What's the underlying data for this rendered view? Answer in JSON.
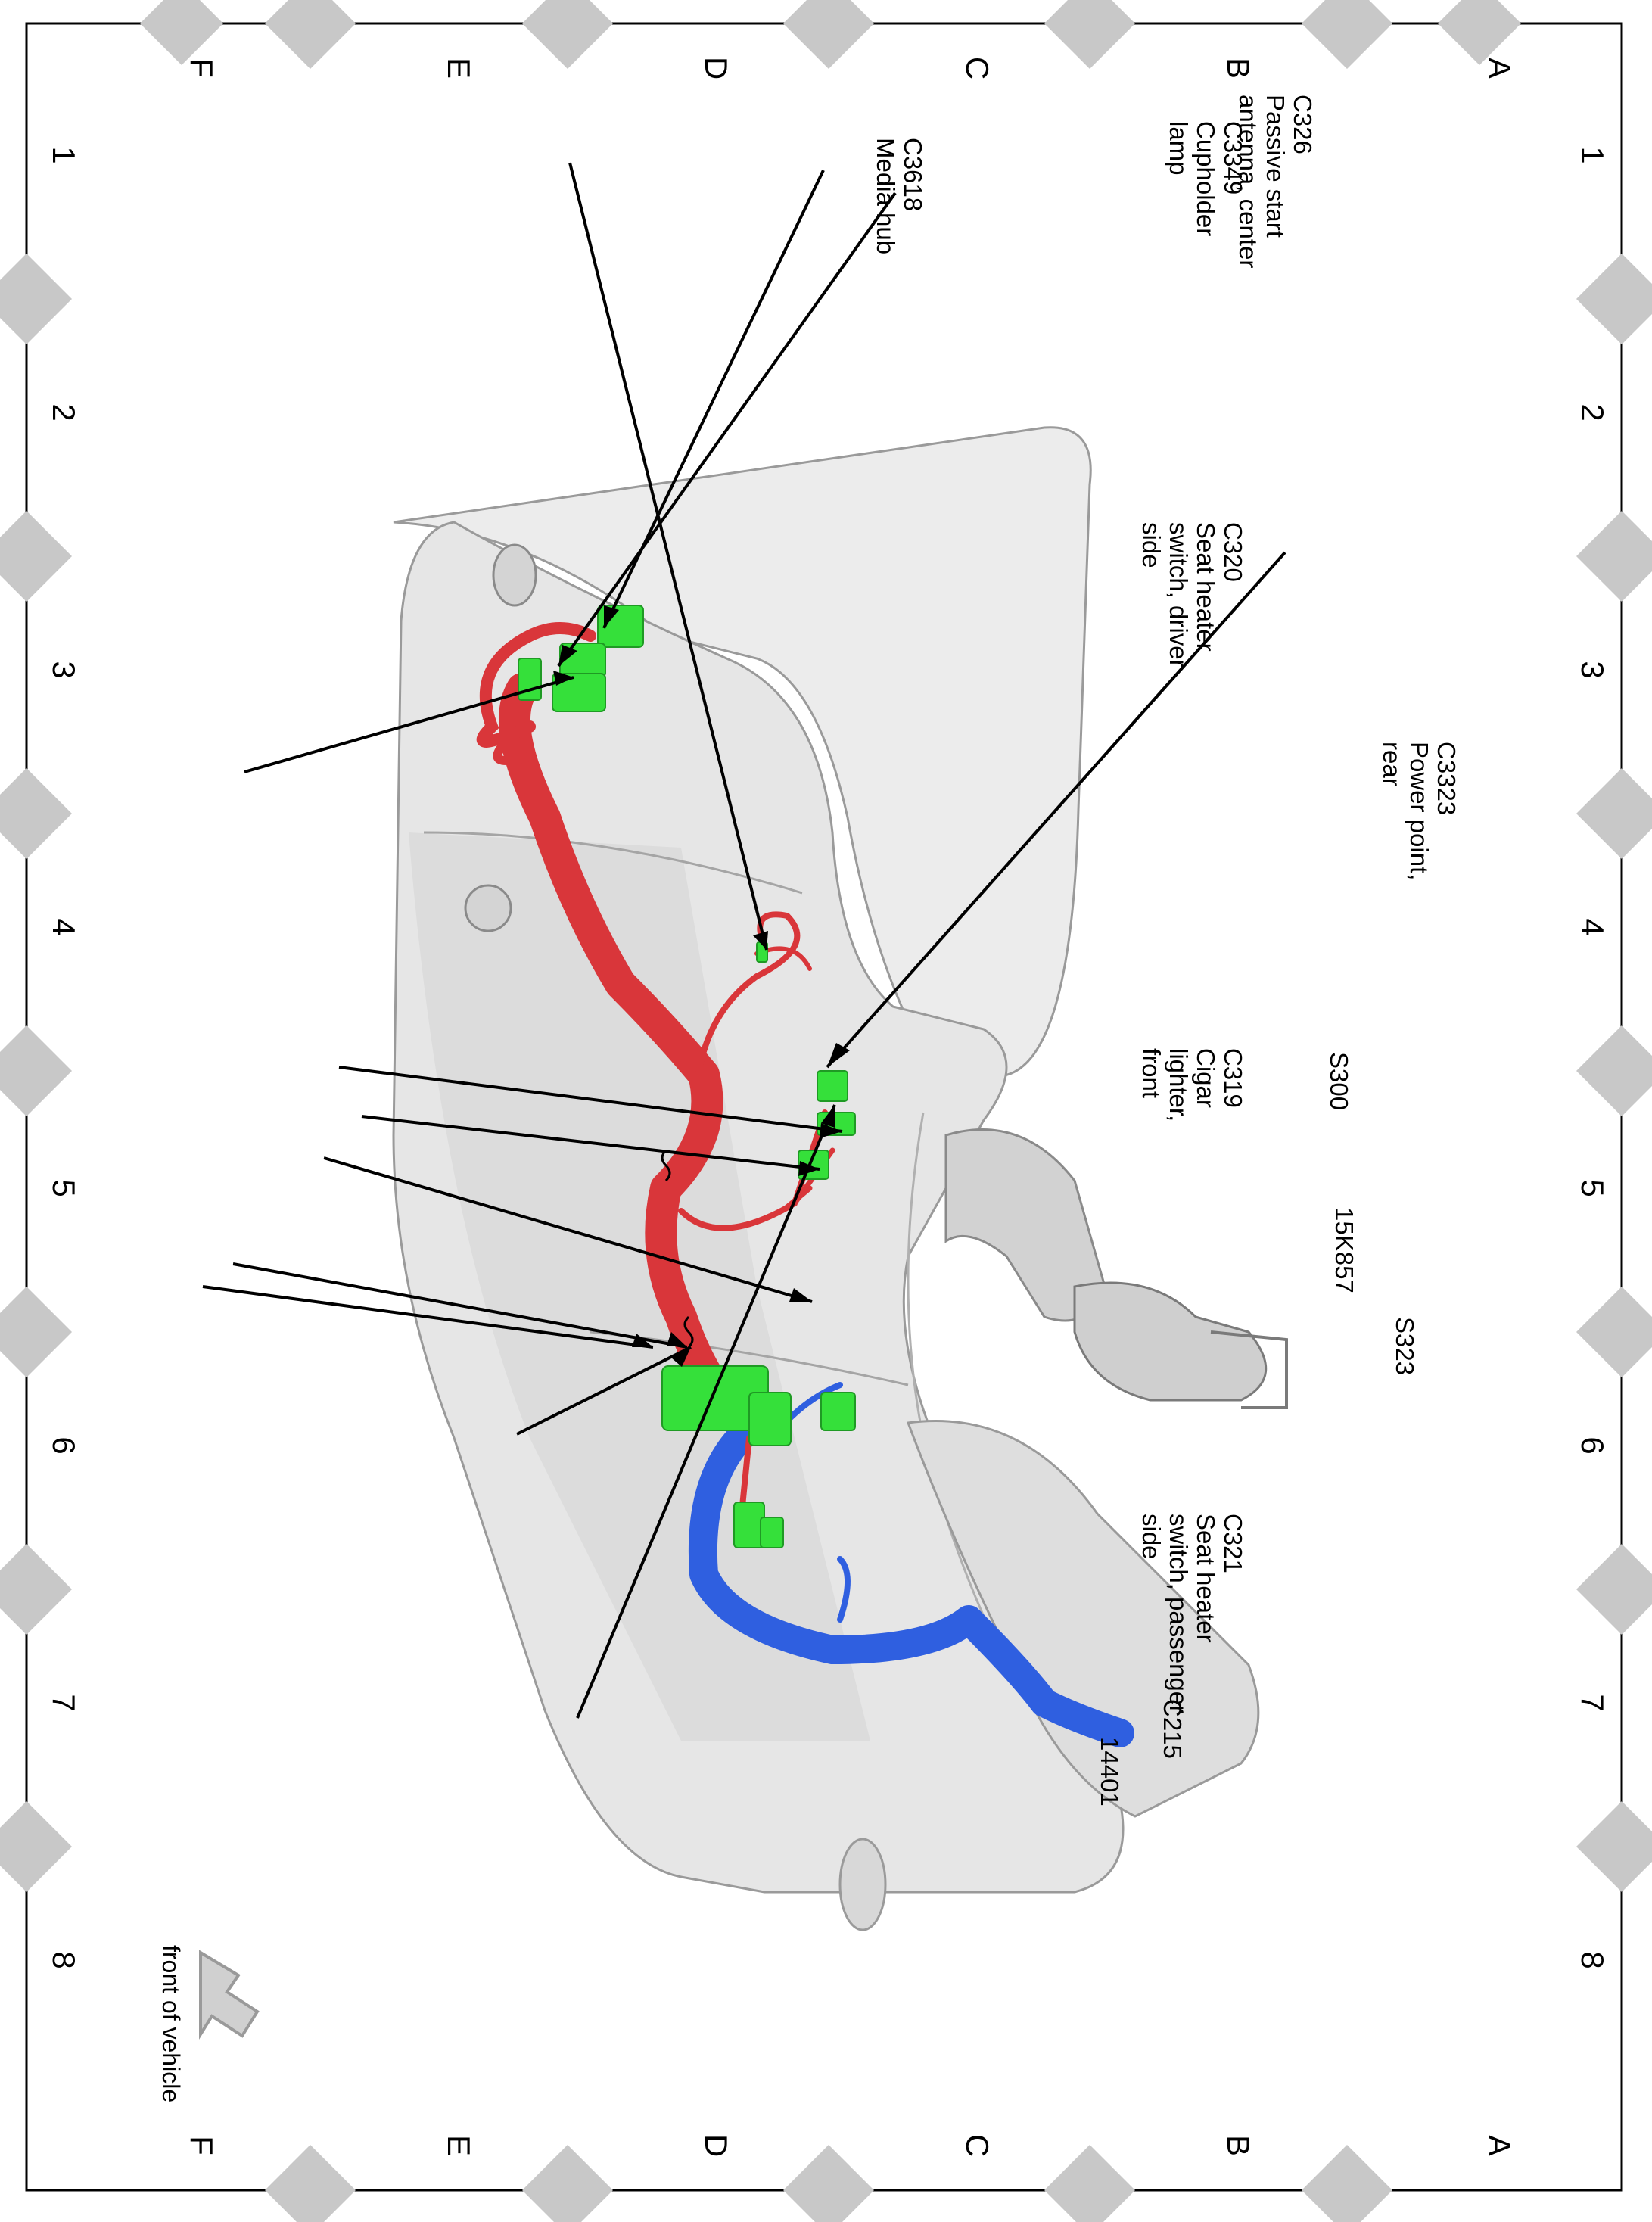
{
  "grid": {
    "columns": [
      "1",
      "2",
      "3",
      "4",
      "5",
      "6",
      "7",
      "8"
    ],
    "rows": [
      "A",
      "B",
      "C",
      "D",
      "E",
      "F"
    ]
  },
  "callouts": [
    {
      "id": "c3349",
      "lines": [
        "C3349",
        "Cupholder",
        "lamp"
      ]
    },
    {
      "id": "c3618",
      "lines": [
        "C3618",
        "Media hub"
      ]
    },
    {
      "id": "c326",
      "lines": [
        "C326",
        "Passive start",
        "antenna, center"
      ]
    },
    {
      "id": "c320",
      "lines": [
        "C320",
        "Seat heater",
        "switch, driver",
        "side"
      ]
    },
    {
      "id": "c3323",
      "lines": [
        "C3323",
        "Power point,",
        "rear"
      ]
    },
    {
      "id": "c319",
      "lines": [
        "C319",
        "Cigar",
        "lighter,",
        "front"
      ]
    },
    {
      "id": "s300",
      "lines": [
        "S300"
      ]
    },
    {
      "id": "15k857",
      "lines": [
        "15K857"
      ]
    },
    {
      "id": "s323",
      "lines": [
        "S323"
      ]
    },
    {
      "id": "c321",
      "lines": [
        "C321",
        "Seat heater",
        "switch, passenger",
        "side"
      ]
    },
    {
      "id": "c215",
      "lines": [
        "C215"
      ]
    },
    {
      "id": "14401",
      "lines": [
        "14401"
      ]
    }
  ],
  "orientation": {
    "label": "front of vehicle"
  },
  "colors": {
    "harness_main": "#d9363a",
    "harness_secondary": "#2f5fe0",
    "connector": "#35e03a",
    "console_fill": "#e6e6e6",
    "console_edge": "#9a9a9a",
    "border_marker": "#c8c8c8"
  }
}
